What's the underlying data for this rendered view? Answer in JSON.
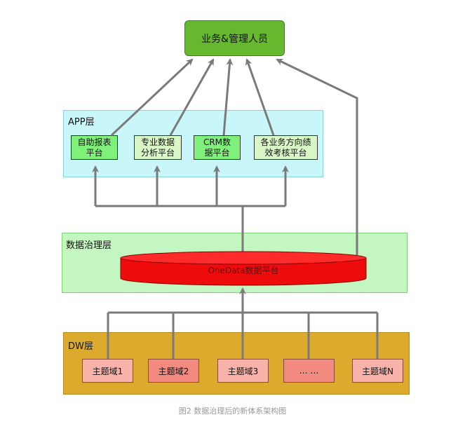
{
  "top_node": "业务&管理人员",
  "layers": {
    "app": "APP层",
    "governance": "数据治理层",
    "dw": "DW层"
  },
  "app_boxes": [
    [
      "自助报表",
      "平台"
    ],
    [
      "专业数据",
      "分析平台"
    ],
    [
      "CRM数",
      "据平台"
    ],
    [
      "各业务方向绩",
      "效考核平台"
    ]
  ],
  "onedata_platform": "OneData数据平台",
  "dw_boxes": [
    "主题域1",
    "主题域2",
    "主题域3",
    "… …",
    "主题域N"
  ],
  "caption": "图2 数据治理后的新体系架构图",
  "colors": {
    "top_node": "#66b82f",
    "app_layer": "#c9f7f9",
    "governance_layer": "#c3f6c1",
    "dw_layer": "#dcaa2d",
    "cylinder": "#ee0b0b",
    "arrow": "#7a7a7a"
  }
}
